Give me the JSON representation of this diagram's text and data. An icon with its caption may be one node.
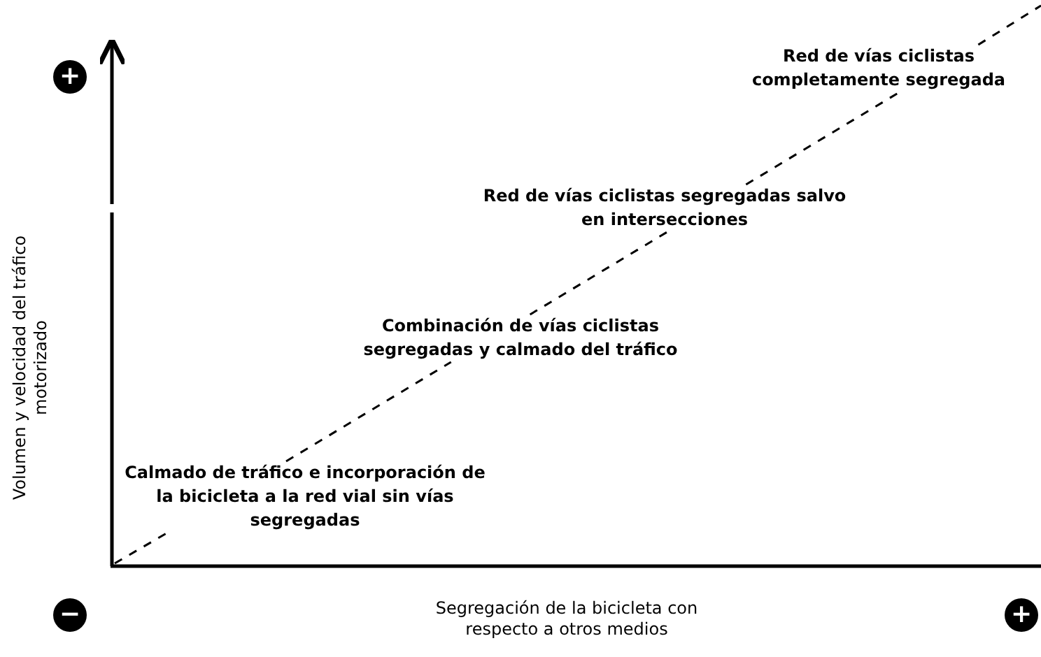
{
  "diagram": {
    "nodes": [
      {
        "text": [
          "Calmado de tráfico e incorporación de la bicicleta a la red vial sin vías segregadas"
        ]
      },
      {
        "text": [
          "Combinación de vías ciclistas segregadas y calmado del tráfico"
        ]
      },
      {
        "text": [
          "Red de vías ciclistas segregadas salvo en intersecciones"
        ]
      },
      {
        "text": [
          "Red de vías ciclistas completamente segregada"
        ]
      }
    ],
    "edges": [
      {
        "from": null,
        "to": 0,
        "arrow": "none",
        "style": "dashed"
      },
      {
        "from": 0,
        "to": 1,
        "arrow": "none",
        "style": "dashed"
      },
      {
        "from": 1,
        "to": 2,
        "arrow": "none",
        "style": "dashed"
      },
      {
        "from": 2,
        "to": 3,
        "arrow": "none",
        "style": "dashed"
      },
      {
        "from": 3,
        "to": null,
        "arrow": "none",
        "style": "dashed"
      }
    ],
    "labels": [
      "+",
      "Volumen y velocidad del tráfico motorizado",
      "−",
      "Segregación de la bicicleta con respecto a otros medios",
      "+"
    ]
  }
}
